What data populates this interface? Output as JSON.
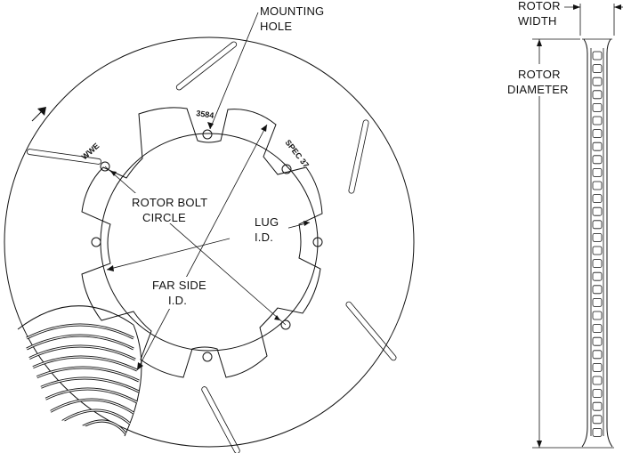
{
  "labels": {
    "mounting_hole": [
      "MOUNTING",
      "HOLE"
    ],
    "rotor_bolt_circle": [
      "ROTOR BOLT",
      "CIRCLE"
    ],
    "lug_id": [
      "LUG",
      "I.D."
    ],
    "far_side_id": [
      "FAR SIDE",
      "I.D."
    ],
    "rotor_width": [
      "ROTOR",
      "WIDTH"
    ],
    "rotor_diameter": [
      "ROTOR",
      "DIAMETER"
    ]
  },
  "stamps": {
    "part_number": "3584",
    "brand": "WWE",
    "spec": "SPEC 37"
  },
  "icons": [
    "direction-arrow-icon"
  ],
  "colors": {
    "line": "#111111",
    "background": "#ffffff"
  }
}
